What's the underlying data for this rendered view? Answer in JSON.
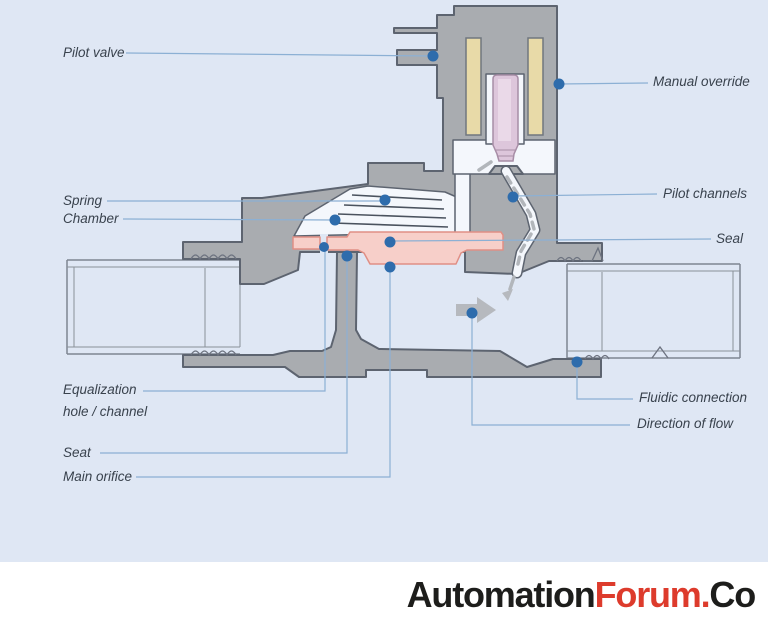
{
  "diagram": {
    "description": "Pilot-operated solenoid valve cross-section",
    "labels": {
      "pilot_valve": "Pilot valve",
      "manual_override": "Manual override",
      "spring": "Spring",
      "chamber": "Chamber",
      "pilot_channels": "Pilot channels",
      "seal": "Seal",
      "equalization_line1": "Equalization",
      "equalization_line2": "hole / channel",
      "seat": "Seat",
      "main_orifice": "Main orifice",
      "fluidic_connection": "Fluidic connection",
      "direction_of_flow": "Direction of flow"
    },
    "colors": {
      "panel_background": "#dfe7f4",
      "body_gray": "#a9acb0",
      "body_stroke": "#5d6470",
      "coil_tan": "#e8daa8",
      "plunger_pink": "#ddc6db",
      "diaphragm_pink": "#f7cfc9",
      "diaphragm_stroke": "#e08f85",
      "marker_blue": "#2e6cac",
      "leader_blue": "#8cb0d4",
      "flow_arrow_gray": "#b6b9be"
    }
  },
  "footer": {
    "logo_part1": "Automation",
    "logo_part2": "Forum.",
    "logo_part3": "Co"
  }
}
